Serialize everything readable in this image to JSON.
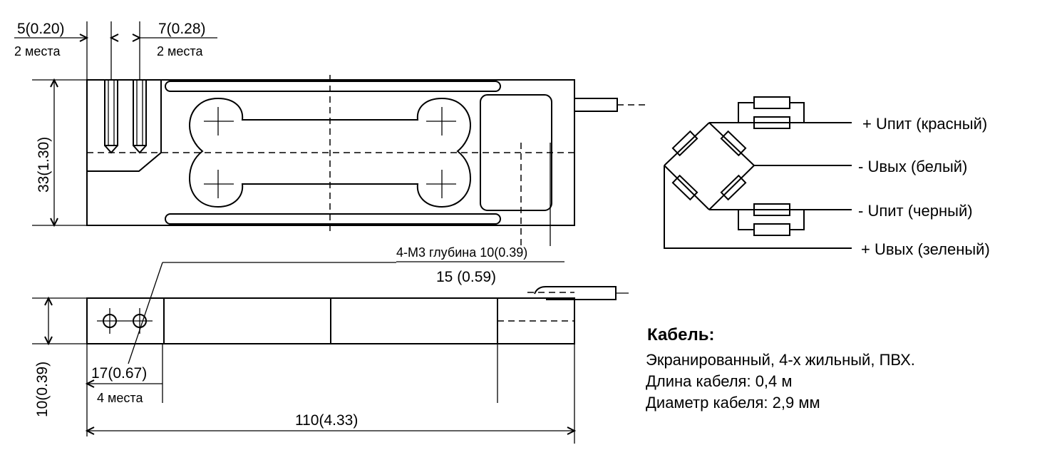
{
  "dimensions": {
    "hole_5": "5(0.20)",
    "hole_5_qty": "2 места",
    "hole_7": "7(0.28)",
    "hole_7_qty": "2 места",
    "height_33": "33(1.30)",
    "thread_m3": "4-M3 глубина 10(0.39)",
    "offset_15": "15 (0.59)",
    "height_10": "10(0.39)",
    "pitch_17": "17(0.67)",
    "pitch_17_qty": "4 места",
    "length_110": "110(4.33)"
  },
  "wiring": {
    "supply_plus": "+ Uпит (красный)",
    "output_minus": "-  Uвых (белый)",
    "supply_minus": "-  Uпит (черный)",
    "output_plus": "+  Uвых (зеленый)"
  },
  "cable": {
    "title": "Кабель:",
    "type": "Экранированный, 4-х жильный, ПВХ.",
    "length": "Длина кабеля: 0,4 м",
    "diameter": "Диаметр кабеля: 2,9 мм"
  }
}
